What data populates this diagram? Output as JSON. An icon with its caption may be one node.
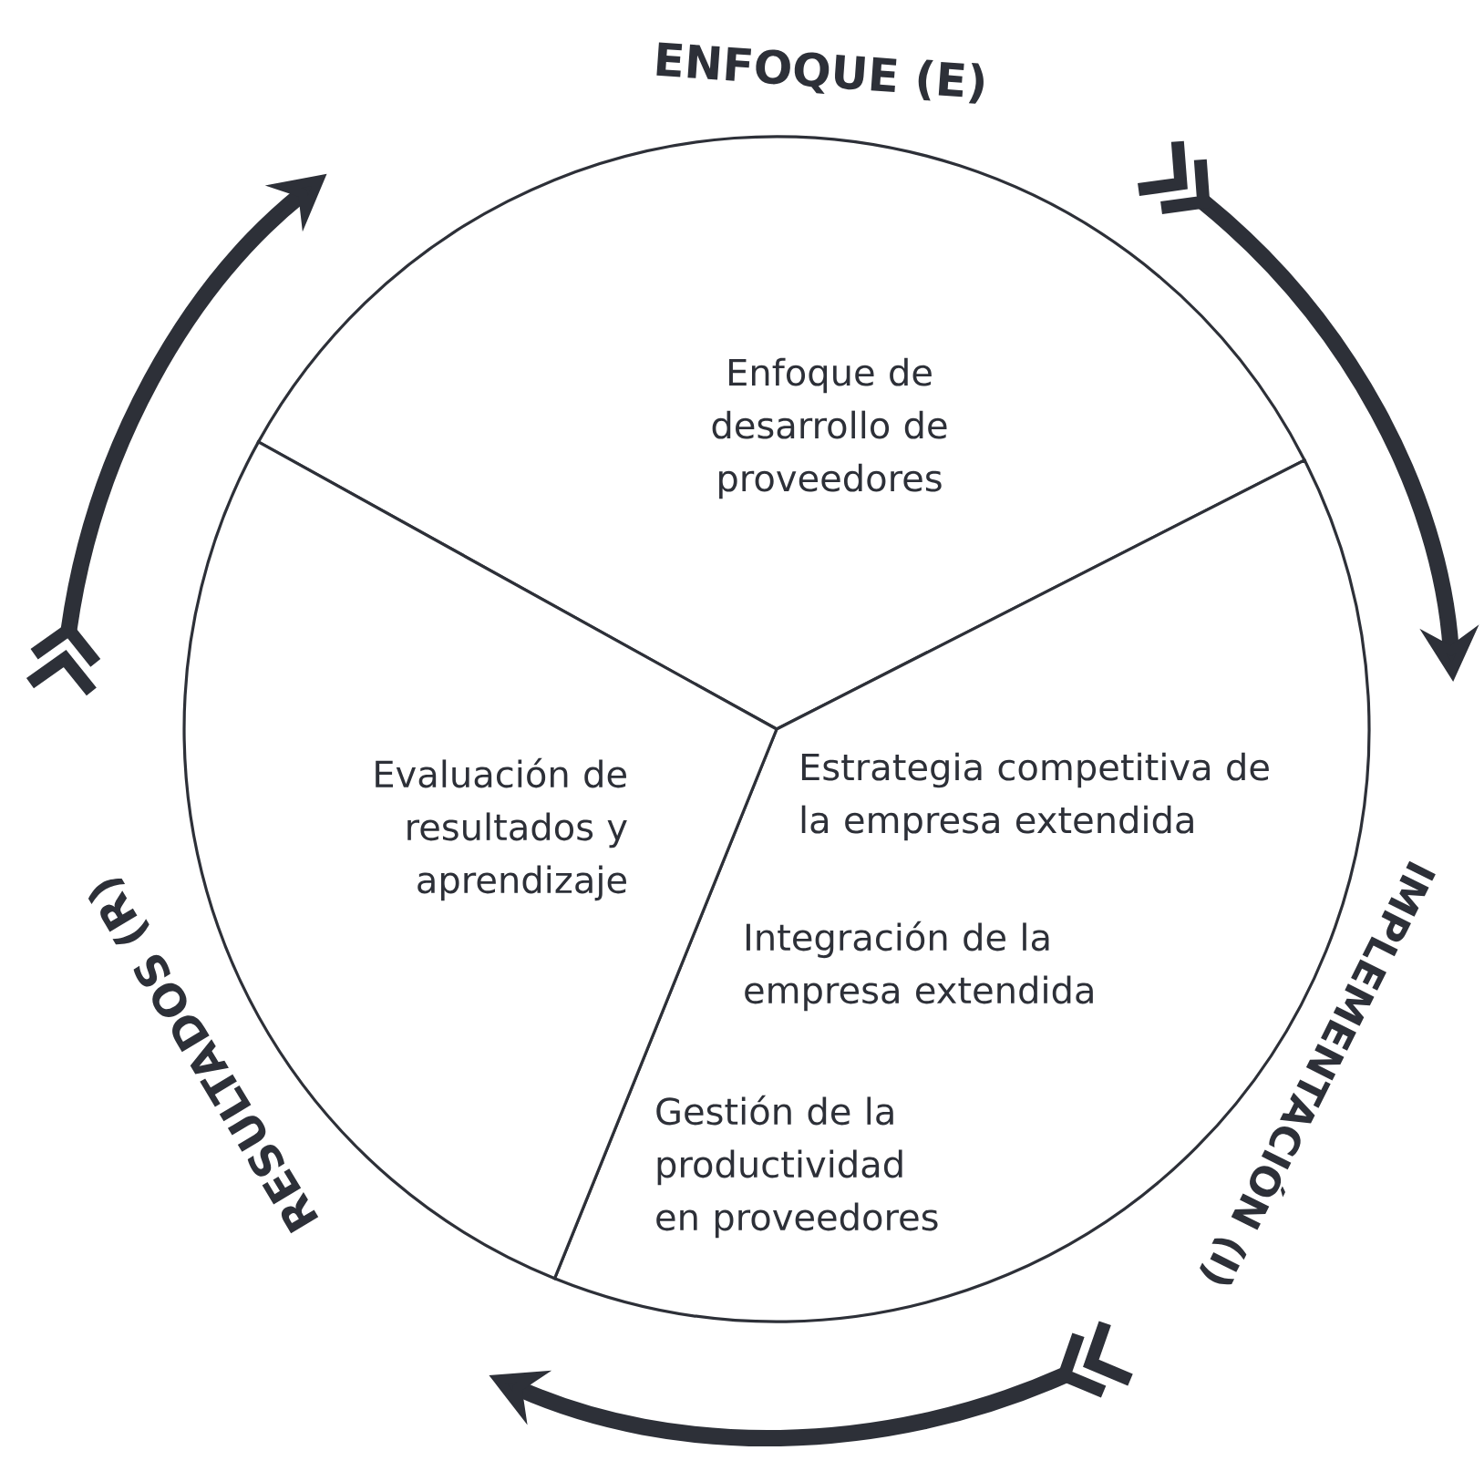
{
  "diagram": {
    "nodes": [
      {
        "text": [
          "ENFOQUE (E)"
        ]
      },
      {
        "text": [
          "IMPLEMENTACIÓN (I)"
        ]
      },
      {
        "text": [
          "RESULTADOS (R)"
        ]
      },
      {
        "text": [
          "Enfoque de desarrollo de proveedores"
        ]
      },
      {
        "text": [
          "Estrategia competitiva de la empresa extendida",
          "Integración de la empresa extendida",
          "Gestión de la productividad en proveedores"
        ]
      },
      {
        "text": [
          "Evaluación de resultados y aprendizaje"
        ]
      }
    ]
  }
}
